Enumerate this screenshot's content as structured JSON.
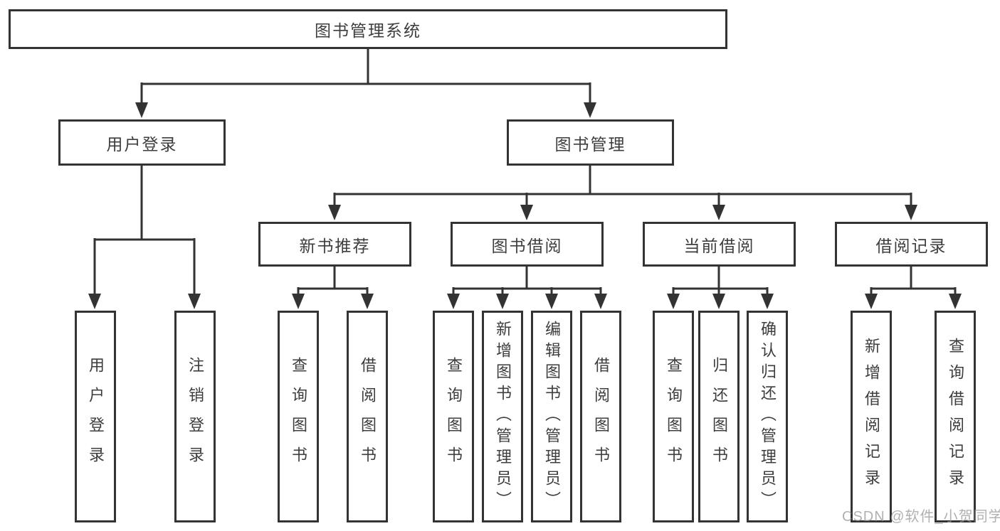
{
  "diagram": {
    "root": "图书管理系统",
    "level2": [
      "用户登录",
      "图书管理"
    ],
    "level3": [
      "新书推荐",
      "图书借阅",
      "当前借阅",
      "借阅记录"
    ],
    "leaves": {
      "userLogin": [
        "用户登录",
        "注销登录"
      ],
      "newBooks": [
        "查询图书",
        "借阅图书"
      ],
      "bookBorrow": [
        "查询图书",
        "新增图书（管理员）",
        "编辑图书（管理员）",
        "借阅图书"
      ],
      "currentBorrow": [
        "查询图书",
        "归还图书",
        "确认归还（管理员）"
      ],
      "borrowRecords": [
        "新增借阅记录",
        "查询借阅记录"
      ]
    }
  },
  "watermark": "CSDN @软件_小贺同学",
  "colors": {
    "line": "#333333",
    "text": "#3d3d3d",
    "watermark": "#b9b9b9",
    "background": "#ffffff"
  }
}
